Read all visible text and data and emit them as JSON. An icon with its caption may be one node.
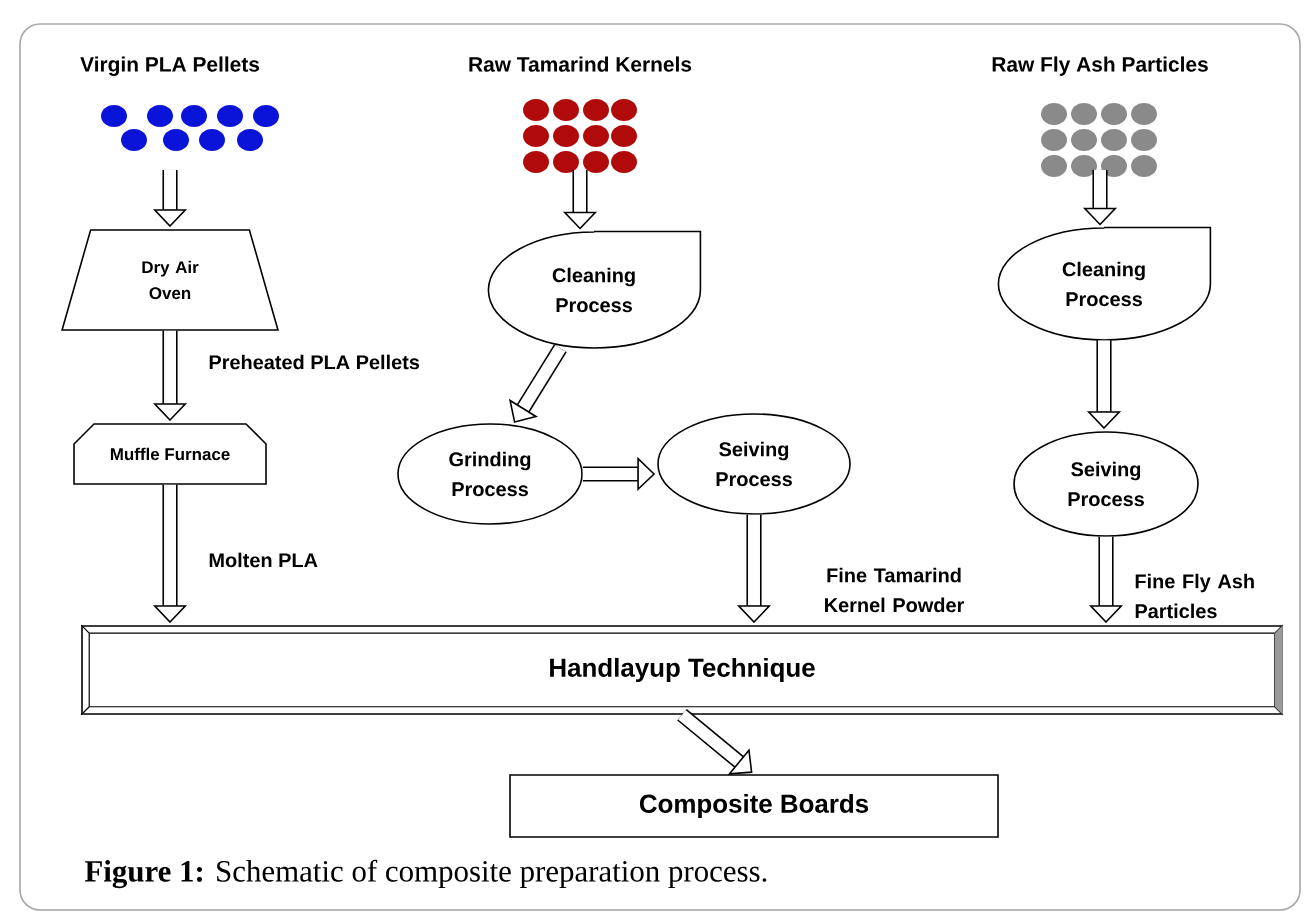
{
  "diagram": {
    "caption": "**Figure 1:** Schematic of composite preparation process.",
    "nodes": [
      {
        "text": [
          "Virgin PLA Pellets"
        ]
      },
      {
        "text": [
          "Dry Air Oven"
        ]
      },
      {
        "text": [
          "Muffle Furnace"
        ]
      },
      {
        "text": [
          "Raw Tamarind Kernels"
        ]
      },
      {
        "text": [
          "Cleaning Process"
        ]
      },
      {
        "text": [
          "Grinding Process"
        ]
      },
      {
        "text": [
          "Seiving Process"
        ]
      },
      {
        "text": [
          "Raw Fly Ash Particles"
        ]
      },
      {
        "text": [
          "Cleaning Process"
        ]
      },
      {
        "text": [
          "Seiving Process"
        ]
      },
      {
        "text": [
          "Handlayup Technique"
        ]
      },
      {
        "text": [
          "Composite Boards"
        ]
      }
    ],
    "edges": [
      {
        "from": 0,
        "to": 1,
        "arrow": "to"
      },
      {
        "from": 1,
        "to": 2,
        "arrow": "to",
        "label": "Preheated PLA Pellets"
      },
      {
        "from": 2,
        "to": 10,
        "arrow": "to",
        "label": "Molten PLA"
      },
      {
        "from": 3,
        "to": 4,
        "arrow": "to"
      },
      {
        "from": 4,
        "to": 5,
        "arrow": "to"
      },
      {
        "from": 5,
        "to": 6,
        "arrow": "to"
      },
      {
        "from": 6,
        "to": 10,
        "arrow": "to",
        "label": "Fine Tamarind Kernel Powder"
      },
      {
        "from": 7,
        "to": 8,
        "arrow": "to"
      },
      {
        "from": 8,
        "to": 9,
        "arrow": "to"
      },
      {
        "from": 9,
        "to": 10,
        "arrow": "to",
        "label": "Fine Fly Ash Particles"
      },
      {
        "from": 10,
        "to": 11,
        "arrow": "to"
      }
    ]
  }
}
